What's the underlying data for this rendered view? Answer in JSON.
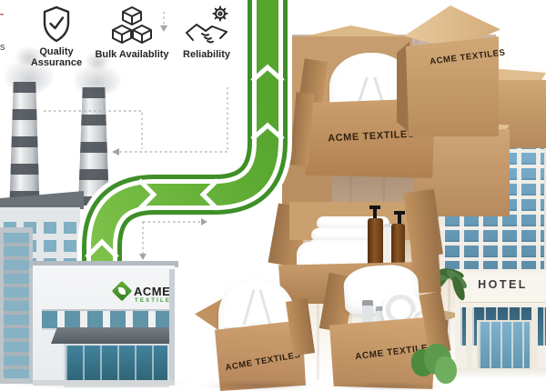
{
  "illustration_title": "ACME Textiles hotel supply chain illustration",
  "features": {
    "items": [
      {
        "icon": "shield-check-icon",
        "label": "Quality Assurance",
        "lines": [
          "Quality",
          "Assurance"
        ]
      },
      {
        "icon": "stacked-boxes-icon",
        "label": "Bulk Availablity"
      },
      {
        "icon": "handshake-gear-icon",
        "label": "Reliability"
      }
    ]
  },
  "factory": {
    "sign": {
      "brand": "ACME",
      "sub": "TEXTILES"
    },
    "logo_icon": "green-diamond-leaf-logo"
  },
  "shipping": {
    "box_label": "ACME TEXTILES"
  },
  "hotel": {
    "sign": "HOTEL"
  },
  "edge_fragments": {
    "dash": "-",
    "letter": "s"
  },
  "colors": {
    "accent_green": "#5fa832",
    "ribbon_border_green": "#3f8f28",
    "cardboard": "#c49a6c",
    "hotel_glass": "#6fa9c9",
    "wall_tan": "#b59c85",
    "text_dark": "#222222"
  }
}
